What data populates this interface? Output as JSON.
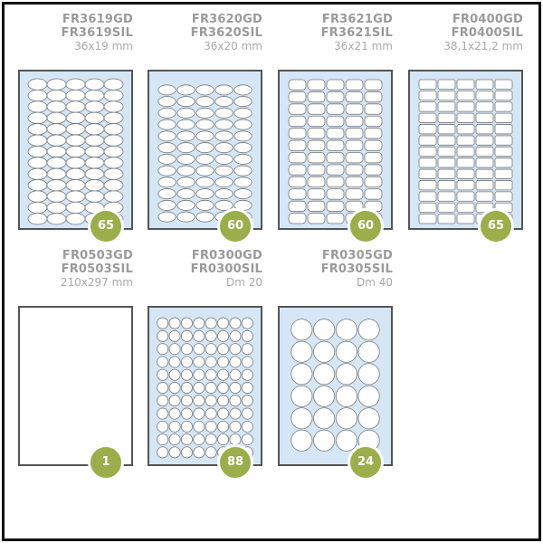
{
  "products": [
    {
      "code_gd": "FR3619GD",
      "code_sil": "FR3619SIL",
      "size": "36x19 mm",
      "count": "65",
      "shape": "oval-pointed",
      "cols": 5,
      "rows": 13
    },
    {
      "code_gd": "FR3620GD",
      "code_sil": "FR3620SIL",
      "size": "36x20 mm",
      "count": "60",
      "shape": "oval",
      "cols": 5,
      "rows": 12
    },
    {
      "code_gd": "FR3621GD",
      "code_sil": "FR3621SIL",
      "size": "36x21 mm",
      "count": "60",
      "shape": "wavy",
      "cols": 5,
      "rows": 12
    },
    {
      "code_gd": "FR0400GD",
      "code_sil": "FR0400SIL",
      "size": "38,1x21,2 mm",
      "count": "65",
      "shape": "rounded-rect",
      "cols": 5,
      "rows": 13
    },
    {
      "code_gd": "FR0503GD",
      "code_sil": "FR0503SIL",
      "size": "210x297 mm",
      "count": "1",
      "shape": "blank",
      "cols": 1,
      "rows": 1
    },
    {
      "code_gd": "FR0300GD",
      "code_sil": "FR0300SIL",
      "size": "Dm 20",
      "count": "88",
      "shape": "circle",
      "cols": 8,
      "rows": 11
    },
    {
      "code_gd": "FR0305GD",
      "code_sil": "FR0305SIL",
      "size": "Dm 40",
      "count": "24",
      "shape": "circle",
      "cols": 4,
      "rows": 6
    }
  ],
  "colors": {
    "sheet": "#d5e7f6",
    "badge": "#9aae4c",
    "text": "#9a9a9a"
  }
}
